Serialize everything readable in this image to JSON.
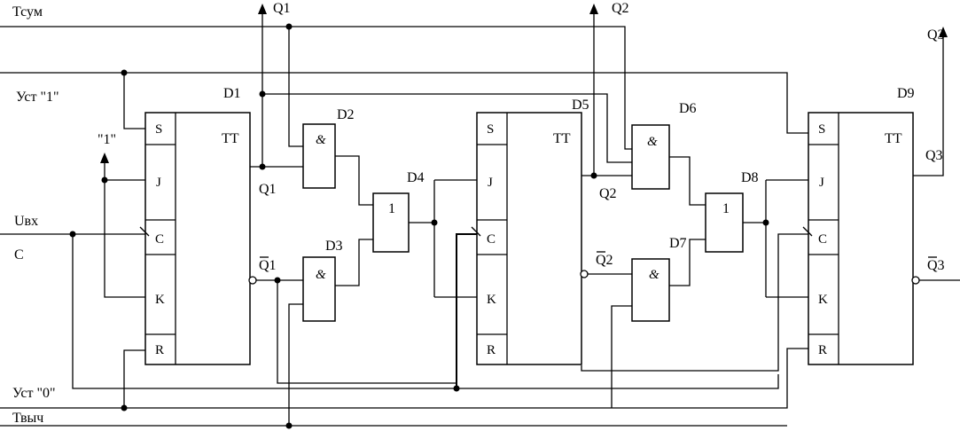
{
  "inputs": {
    "t_sum": "Тсум",
    "set_1": "Уст \"1\"",
    "logic_one": "\"1\"",
    "u_in": "Uвх",
    "clock": "C",
    "set_0": "Уст \"0\"",
    "t_sub": "Твыч"
  },
  "flipflops": [
    {
      "id": "D1",
      "type": "TT",
      "pins": [
        "S",
        "J",
        "C",
        "K",
        "R"
      ],
      "q": "Q1",
      "q_bar": "Q1"
    },
    {
      "id": "D5",
      "type": "TT",
      "pins": [
        "S",
        "J",
        "C",
        "K",
        "R"
      ],
      "q": "Q2",
      "q_bar": "Q2"
    },
    {
      "id": "D9",
      "type": "TT",
      "pins": [
        "S",
        "J",
        "C",
        "K",
        "R"
      ],
      "q": "Q3",
      "q_bar": "Q3"
    }
  ],
  "and_gates": [
    {
      "id": "D2",
      "symbol": "&"
    },
    {
      "id": "D3",
      "symbol": "&"
    },
    {
      "id": "D6",
      "symbol": "&"
    },
    {
      "id": "D7",
      "symbol": "&"
    }
  ],
  "or_gates": [
    {
      "id": "D4",
      "symbol": "1"
    },
    {
      "id": "D8",
      "symbol": "1"
    }
  ],
  "outputs": {
    "q1": "Q1",
    "q2": "Q2",
    "q3": "Q3"
  }
}
